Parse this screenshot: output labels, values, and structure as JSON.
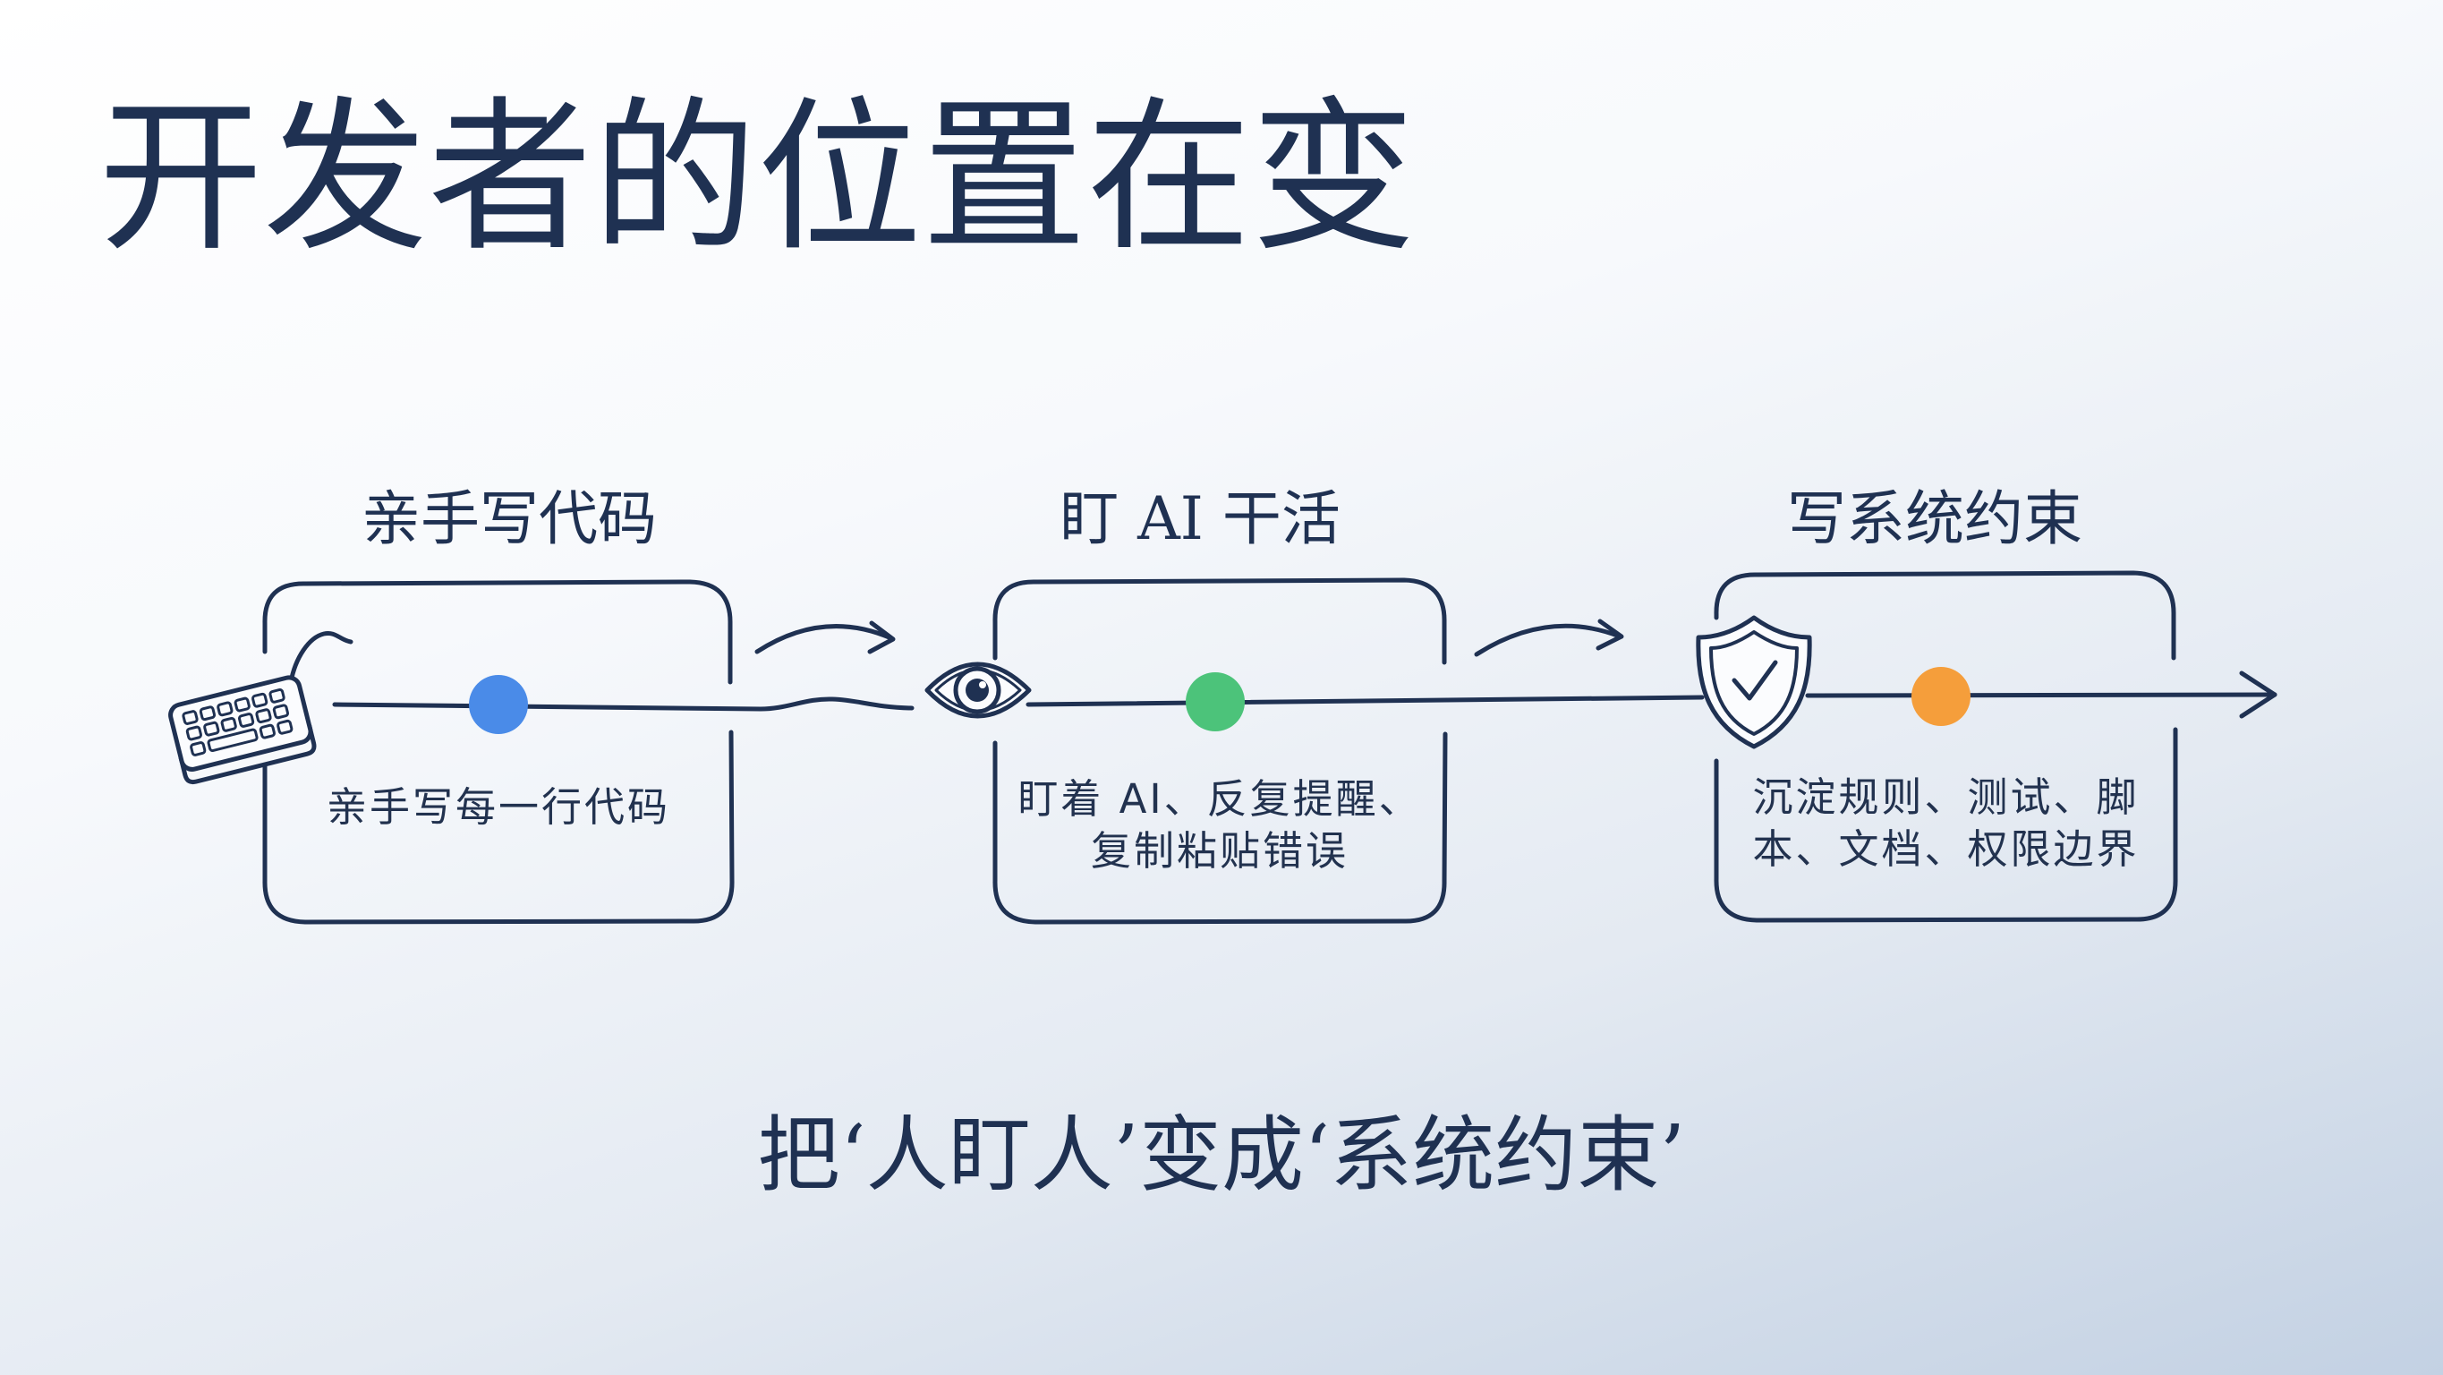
{
  "title": "开发者的位置在变",
  "stages": [
    {
      "heading": "亲手写代码",
      "lines": [
        "亲手写每一行代码"
      ],
      "icon": "keyboard-icon",
      "dot_color": "#4a8be8"
    },
    {
      "heading": "盯 AI 干活",
      "lines": [
        "盯着 AI、反复提醒、",
        "复制粘贴错误"
      ],
      "icon": "eye-icon",
      "dot_color": "#4cc37a"
    },
    {
      "heading": "写系统约束",
      "lines": [
        "沉淀规则、测试、脚",
        "本、文档、权限边界"
      ],
      "icon": "shield-check-icon",
      "dot_color": "#f59e3b"
    }
  ],
  "summary": "把‘人盯人’变成‘系统约束’",
  "colors": {
    "ink": "#1f3152",
    "background_top": "#ffffff",
    "background_bottom": "#c3d1e3"
  }
}
